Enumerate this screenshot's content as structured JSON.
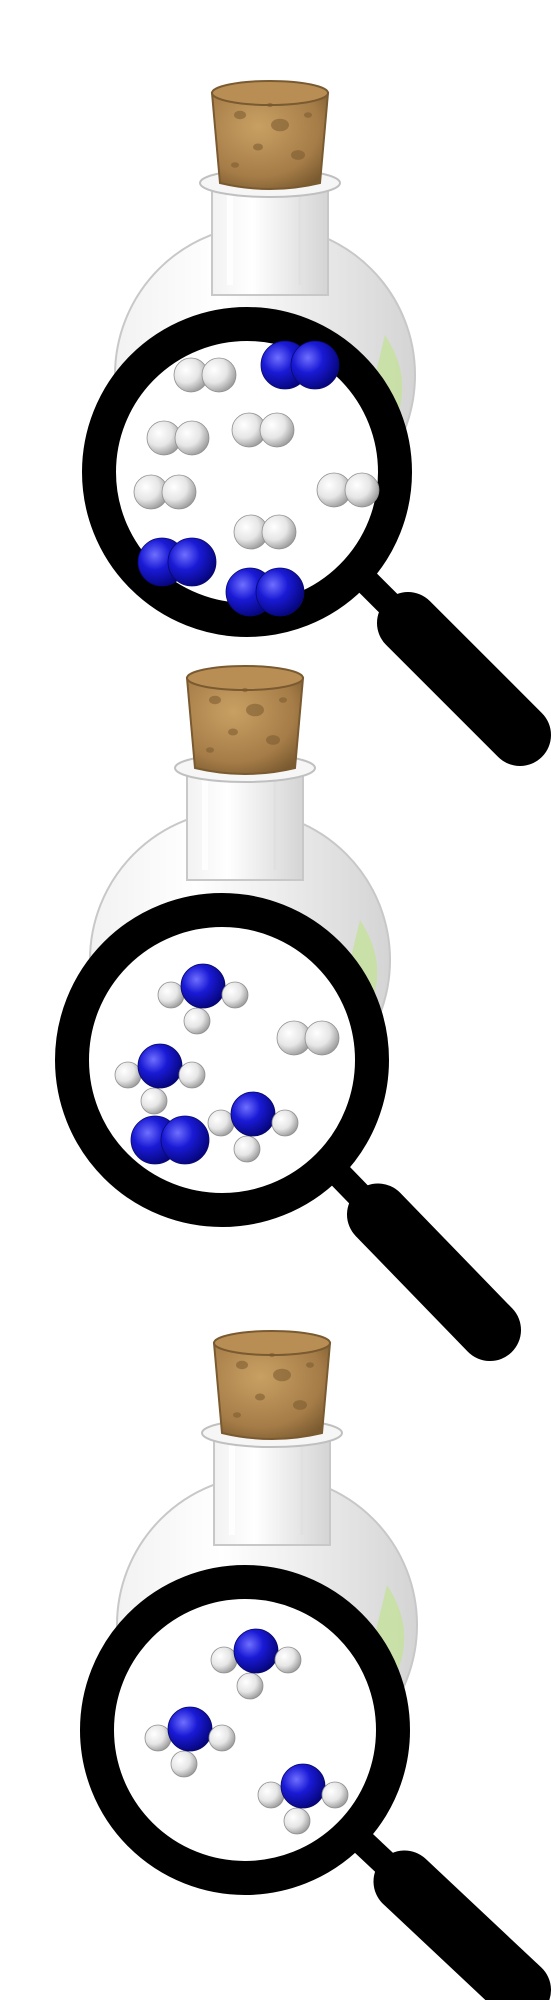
{
  "diagram": {
    "title": "",
    "panels": [
      {
        "id": "panel-1",
        "stage": "reactants",
        "molecules": [
          {
            "type": "H2"
          },
          {
            "type": "N2"
          },
          {
            "type": "H2"
          },
          {
            "type": "H2"
          },
          {
            "type": "H2"
          },
          {
            "type": "H2"
          },
          {
            "type": "H2"
          },
          {
            "type": "N2"
          },
          {
            "type": "N2"
          }
        ]
      },
      {
        "id": "panel-2",
        "stage": "partial-reaction",
        "molecules": [
          {
            "type": "NH3"
          },
          {
            "type": "NH3"
          },
          {
            "type": "H2"
          },
          {
            "type": "NH3"
          },
          {
            "type": "N2"
          }
        ]
      },
      {
        "id": "panel-3",
        "stage": "products",
        "molecules": [
          {
            "type": "NH3"
          },
          {
            "type": "NH3"
          },
          {
            "type": "NH3"
          }
        ]
      }
    ]
  },
  "colors": {
    "cork": "#a57c47",
    "cork_dark": "#7a5a30",
    "nitrogen": "#1a1ad6",
    "hydrogen": "#f2f2f2",
    "glass_outline": "#cccccc",
    "liquid": "#c7e0a0",
    "magnifier": "#000000"
  },
  "icons": {
    "flask": "flask-icon",
    "magnifier": "magnifying-glass-icon",
    "cork": "cork-icon"
  }
}
